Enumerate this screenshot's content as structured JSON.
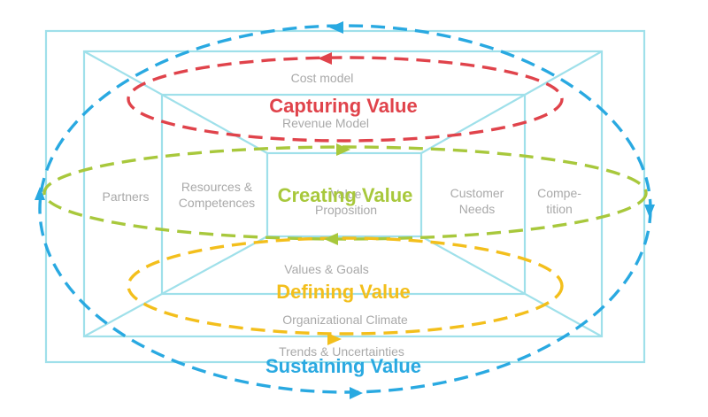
{
  "colors": {
    "frame": "#9fe0ea",
    "sustaining": "#29a9e1",
    "capturing": "#e0434b",
    "creating": "#a8c83c",
    "defining": "#f3bf1c",
    "text": "#a9a9a9"
  },
  "labels": {
    "cost_model": "Cost model",
    "revenue_model": "Revenue Model",
    "partners": "Partners",
    "resources": "Resources &\nCompetences",
    "value_proposition": "Value\nProposition",
    "customer_needs": "Customer\nNeeds",
    "competition": "Compe-\ntition",
    "values_goals": "Values & Goals",
    "org_climate": "Organizational Climate",
    "trends": "Trends & Uncertainties"
  },
  "titles": {
    "capturing": "Capturing Value",
    "creating": "Creating Value",
    "defining": "Defining Value",
    "sustaining": "Sustaining Value"
  }
}
